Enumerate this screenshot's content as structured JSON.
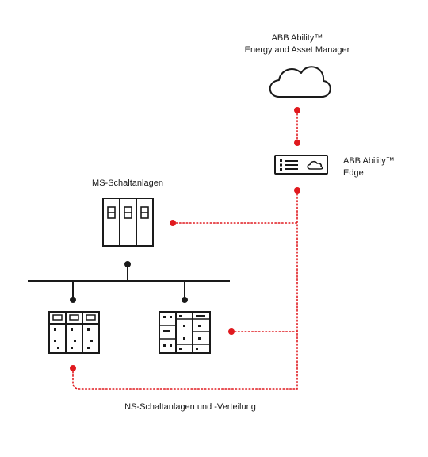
{
  "labels": {
    "cloud_line1": "ABB Ability™",
    "cloud_line2": "Energy and Asset Manager",
    "edge_line1": "ABB Ability™",
    "edge_line2": "Edge",
    "ms_label": "MS-Schaltanlagen",
    "ns_label": "NS-Schaltanlagen und -Verteilung"
  },
  "colors": {
    "connection": "#e0191e",
    "stroke": "#1a1a1a",
    "background": "#ffffff"
  },
  "icons": [
    "cloud-icon",
    "edge-device-icon",
    "ms-switchgear-icon",
    "ns-switchgear-icon",
    "ns-distribution-icon"
  ]
}
